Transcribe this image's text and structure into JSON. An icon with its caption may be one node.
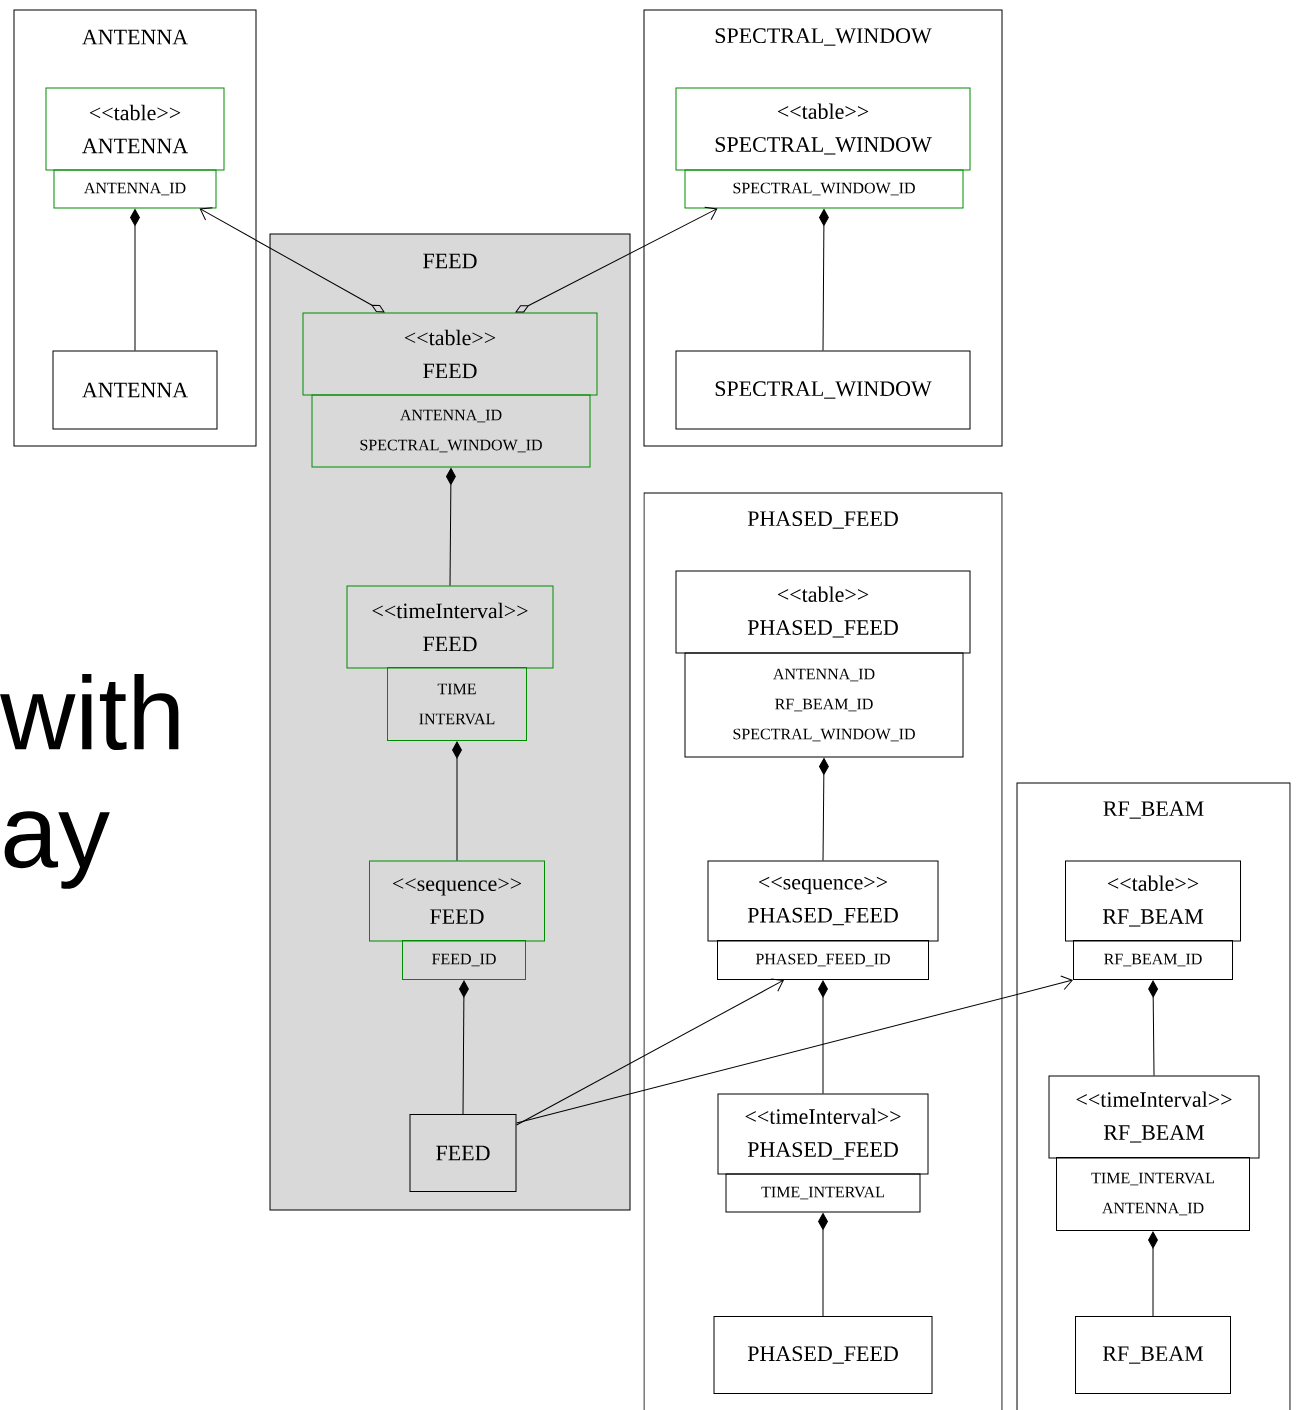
{
  "diagram": {
    "nodes": [
      {
        "text": [
          "ANTENNA"
        ]
      },
      {
        "text": [
          "<<table>>",
          "ANTENNA"
        ],
        "in": 0
      },
      {
        "text": [
          "ANTENNA_ID"
        ],
        "in": 0
      },
      {
        "text": [
          "ANTENNA"
        ],
        "in": 0
      },
      {
        "text": [
          "SPECTRAL_WINDOW"
        ]
      },
      {
        "text": [
          "<<table>>",
          "SPECTRAL_WINDOW"
        ],
        "in": 4
      },
      {
        "text": [
          "SPECTRAL_WINDOW_ID"
        ],
        "in": 4
      },
      {
        "text": [
          "SPECTRAL_WINDOW"
        ],
        "in": 4
      },
      {
        "text": [
          "FEED"
        ]
      },
      {
        "text": [
          "<<table>>",
          "FEED"
        ],
        "in": 8
      },
      {
        "text": [
          "ANTENNA_ID SPECTRAL_WINDOW_ID"
        ],
        "in": 8
      },
      {
        "text": [
          "<<timeInterval>>",
          "FEED"
        ],
        "in": 8
      },
      {
        "text": [
          "TIME INTERVAL"
        ],
        "in": 8
      },
      {
        "text": [
          "<<sequence>>",
          "FEED"
        ],
        "in": 8
      },
      {
        "text": [
          "FEED_ID"
        ],
        "in": 8
      },
      {
        "text": [
          "FEED"
        ],
        "in": 8
      },
      {
        "text": [
          "PHASED_FEED"
        ]
      },
      {
        "text": [
          "<<table>>",
          "PHASED_FEED"
        ],
        "in": 16
      },
      {
        "text": [
          "ANTENNA_ID RF_BEAM_ID SPECTRAL_WINDOW_ID"
        ],
        "in": 16
      },
      {
        "text": [
          "<<sequence>>",
          "PHASED_FEED"
        ],
        "in": 16
      },
      {
        "text": [
          "PHASED_FEED_ID"
        ],
        "in": 16
      },
      {
        "text": [
          "<<timeInterval>>",
          "PHASED_FEED"
        ],
        "in": 16
      },
      {
        "text": [
          "TIME_INTERVAL"
        ],
        "in": 16
      },
      {
        "text": [
          "PHASED_FEED"
        ],
        "in": 16
      },
      {
        "text": [
          "RF_BEAM"
        ]
      },
      {
        "text": [
          "<<table>>",
          "RF_BEAM"
        ],
        "in": 24
      },
      {
        "text": [
          "RF_BEAM_ID"
        ],
        "in": 24
      },
      {
        "text": [
          "<<timeInterval>>",
          "RF_BEAM"
        ],
        "in": 24
      },
      {
        "text": [
          "TIME_INTERVAL ANTENNA_ID"
        ],
        "in": 24
      },
      {
        "text": [
          "RF_BEAM"
        ],
        "in": 24
      }
    ],
    "edges": [
      {
        "from": 9,
        "to": 2,
        "arrow": "to"
      },
      {
        "from": 9,
        "to": 6,
        "arrow": "to"
      },
      {
        "from": 2,
        "to": 3,
        "arrow": "other"
      },
      {
        "from": 6,
        "to": 7,
        "arrow": "other"
      },
      {
        "from": 10,
        "to": 11,
        "arrow": "other"
      },
      {
        "from": 12,
        "to": 13,
        "arrow": "other"
      },
      {
        "from": 14,
        "to": 15,
        "arrow": "other"
      },
      {
        "from": 18,
        "to": 19,
        "arrow": "other"
      },
      {
        "from": 20,
        "to": 21,
        "arrow": "other"
      },
      {
        "from": 22,
        "to": 23,
        "arrow": "other"
      },
      {
        "from": 26,
        "to": 27,
        "arrow": "other"
      },
      {
        "from": 28,
        "to": 29,
        "arrow": "other"
      },
      {
        "from": 15,
        "to": 20,
        "arrow": "to"
      },
      {
        "from": 15,
        "to": 26,
        "arrow": "to"
      }
    ],
    "labels": [
      "with",
      "ay"
    ]
  }
}
